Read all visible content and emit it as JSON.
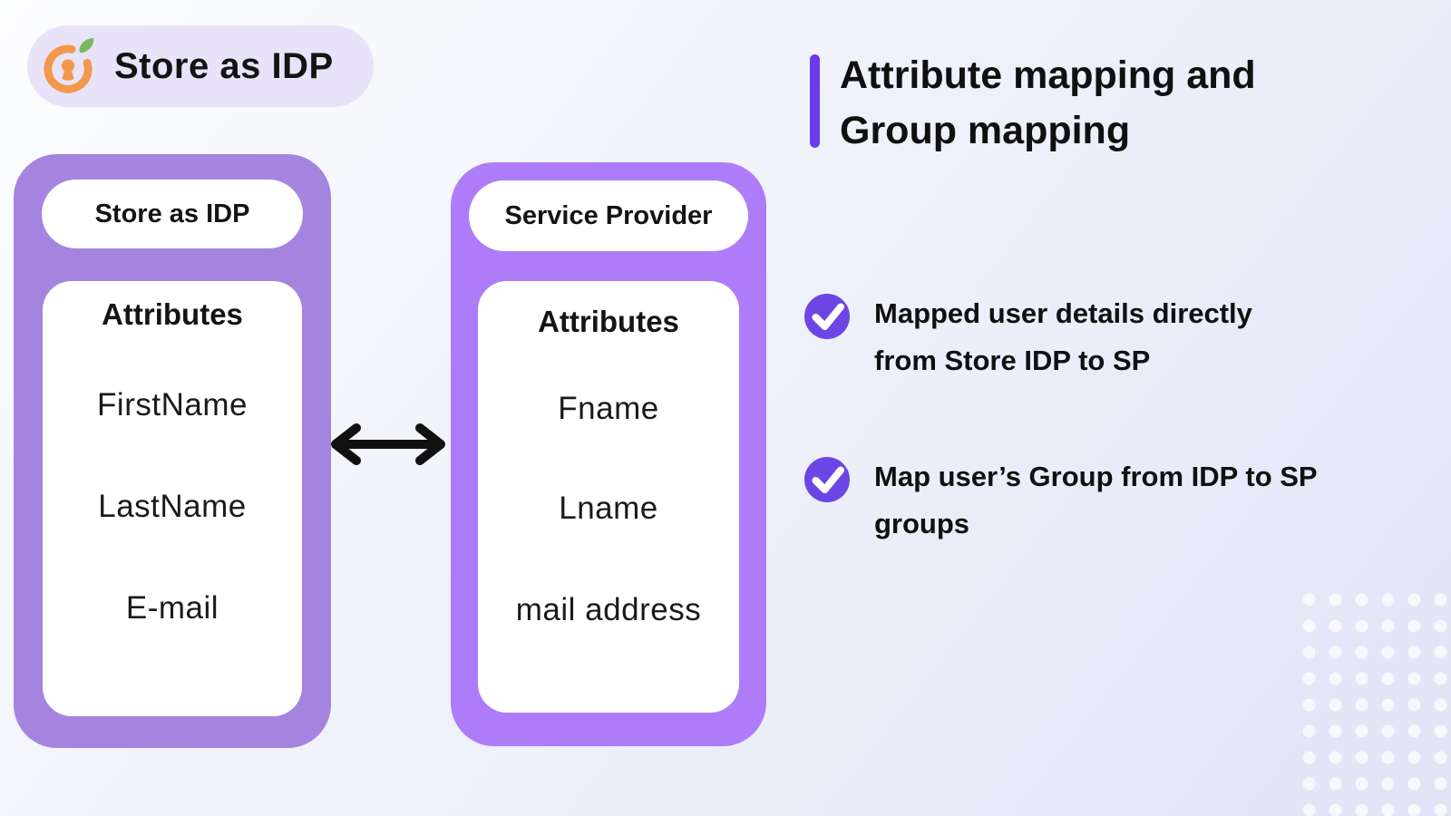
{
  "badge": {
    "label": "Store as IDP",
    "icon": "orange-keyhole-leaf-logo",
    "background_color": "#E9E3F9",
    "icon_orange": "#F2984C",
    "icon_leaf_green": "#79B95E"
  },
  "heading": {
    "line1": "Attribute mapping and",
    "line2": "Group mapping",
    "accent_bar_color": "#6C3BEE"
  },
  "cards": [
    {
      "header": "Store as IDP",
      "section_title": "Attributes",
      "items": [
        "FirstName",
        "LastName",
        "E-mail"
      ],
      "frame_color": "#A584DF"
    },
    {
      "header": "Service Provider",
      "section_title": "Attributes",
      "items": [
        "Fname",
        "Lname",
        "mail address"
      ],
      "frame_color": "#AE7CF8"
    }
  ],
  "connector": {
    "type": "double-headed-arrow",
    "color": "#111111"
  },
  "bullets": [
    {
      "icon": "check-circle",
      "icon_color": "#6C46E4",
      "line1": "Mapped user details directly",
      "line2": "from Store IDP to SP"
    },
    {
      "icon": "check-circle",
      "icon_color": "#6C46E4",
      "line1": "Map user’s Group from IDP to SP",
      "line2": "groups"
    }
  ],
  "background": {
    "gradient_start": "#FCFDFE",
    "gradient_end": "#E1E4F6",
    "corner_decoration": "white-dot-grid"
  }
}
